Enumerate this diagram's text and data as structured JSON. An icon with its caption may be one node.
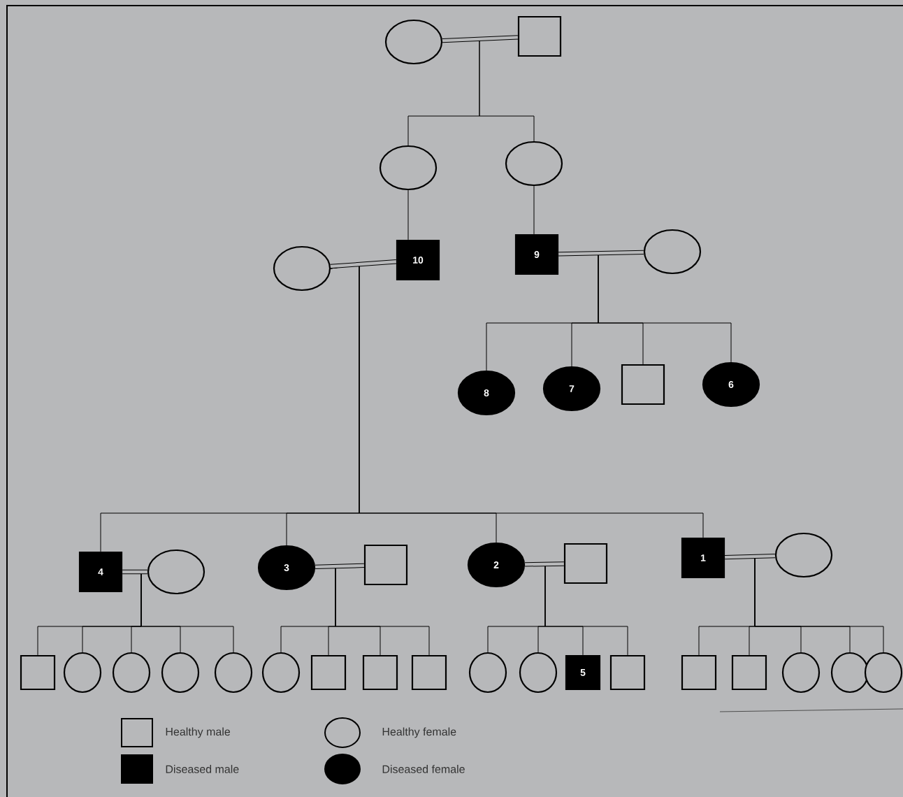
{
  "diagram": {
    "nodes": [
      {
        "text": [],
        "shape": "circle"
      },
      {
        "text": [],
        "shape": "box"
      },
      {
        "text": [],
        "shape": "circle"
      },
      {
        "text": [],
        "shape": "circle"
      },
      {
        "text": [],
        "shape": "circle"
      },
      {
        "text": [
          "10"
        ]
      },
      {
        "text": [
          "9"
        ]
      },
      {
        "text": [],
        "shape": "circle"
      },
      {
        "text": [
          "8"
        ]
      },
      {
        "text": [
          "7"
        ]
      },
      {
        "text": [],
        "shape": "box"
      },
      {
        "text": [
          "6"
        ]
      },
      {
        "text": [
          "4"
        ]
      },
      {
        "text": [],
        "shape": "circle"
      },
      {
        "text": [
          "3"
        ]
      },
      {
        "text": [],
        "shape": "box"
      },
      {
        "text": [
          "2"
        ]
      },
      {
        "text": [],
        "shape": "box"
      },
      {
        "text": [
          "1"
        ]
      },
      {
        "text": [],
        "shape": "circle"
      },
      {
        "text": [],
        "shape": "box"
      },
      {
        "text": [],
        "shape": "circle"
      },
      {
        "text": [],
        "shape": "circle"
      },
      {
        "text": [],
        "shape": "circle"
      },
      {
        "text": [],
        "shape": "circle"
      },
      {
        "text": [],
        "shape": "circle"
      },
      {
        "text": [],
        "shape": "box"
      },
      {
        "text": [],
        "shape": "box"
      },
      {
        "text": [],
        "shape": "box"
      },
      {
        "text": [],
        "shape": "circle"
      },
      {
        "text": [],
        "shape": "circle"
      },
      {
        "text": [
          "5"
        ]
      },
      {
        "text": [],
        "shape": "box"
      },
      {
        "text": [],
        "shape": "box"
      },
      {
        "text": [],
        "shape": "box"
      },
      {
        "text": [],
        "shape": "circle"
      },
      {
        "text": [],
        "shape": "circle"
      },
      {
        "text": [],
        "shape": "circle"
      }
    ],
    "edges": [
      {
        "from": 0,
        "to": 1,
        "arrow": "none",
        "style": "thick"
      },
      {
        "from": 0,
        "to": 2,
        "arrow": "none"
      },
      {
        "from": 0,
        "to": 3,
        "arrow": "none"
      },
      {
        "from": 4,
        "to": 5,
        "arrow": "none",
        "style": "thick"
      },
      {
        "from": 2,
        "to": 5,
        "arrow": "none"
      },
      {
        "from": 6,
        "to": 7,
        "arrow": "none",
        "style": "thick"
      },
      {
        "from": 3,
        "to": 6,
        "arrow": "none"
      },
      {
        "from": 6,
        "to": 8,
        "arrow": "none"
      },
      {
        "from": 6,
        "to": 9,
        "arrow": "none"
      },
      {
        "from": 6,
        "to": 10,
        "arrow": "none"
      },
      {
        "from": 6,
        "to": 11,
        "arrow": "none"
      },
      {
        "from": 4,
        "to": 12,
        "arrow": "none"
      },
      {
        "from": 4,
        "to": 14,
        "arrow": "none"
      },
      {
        "from": 4,
        "to": 16,
        "arrow": "none"
      },
      {
        "from": 4,
        "to": 18,
        "arrow": "none"
      },
      {
        "from": 12,
        "to": 13,
        "arrow": "none",
        "style": "thick"
      },
      {
        "from": 14,
        "to": 15,
        "arrow": "none",
        "style": "thick"
      },
      {
        "from": 16,
        "to": 17,
        "arrow": "none",
        "style": "thick"
      },
      {
        "from": 18,
        "to": 19,
        "arrow": "none",
        "style": "thick"
      },
      {
        "from": 12,
        "to": 20,
        "arrow": "none"
      },
      {
        "from": 12,
        "to": 21,
        "arrow": "none"
      },
      {
        "from": 12,
        "to": 22,
        "arrow": "none"
      },
      {
        "from": 12,
        "to": 23,
        "arrow": "none"
      },
      {
        "from": 12,
        "to": 24,
        "arrow": "none"
      },
      {
        "from": 14,
        "to": 25,
        "arrow": "none"
      },
      {
        "from": 14,
        "to": 26,
        "arrow": "none"
      },
      {
        "from": 14,
        "to": 27,
        "arrow": "none"
      },
      {
        "from": 14,
        "to": 28,
        "arrow": "none"
      },
      {
        "from": 16,
        "to": 29,
        "arrow": "none"
      },
      {
        "from": 16,
        "to": 30,
        "arrow": "none"
      },
      {
        "from": 16,
        "to": 31,
        "arrow": "none"
      },
      {
        "from": 16,
        "to": 32,
        "arrow": "none"
      },
      {
        "from": 18,
        "to": 33,
        "arrow": "none"
      },
      {
        "from": 18,
        "to": 34,
        "arrow": "none"
      },
      {
        "from": 18,
        "to": 35,
        "arrow": "none"
      },
      {
        "from": 18,
        "to": 36,
        "arrow": "none"
      },
      {
        "from": 18,
        "to": 37,
        "arrow": "none"
      }
    ],
    "legend": [
      {
        "text": "Healthy male"
      },
      {
        "text": "Healthy female"
      },
      {
        "text": "Diseased male"
      },
      {
        "text": "Diseased female"
      }
    ]
  }
}
